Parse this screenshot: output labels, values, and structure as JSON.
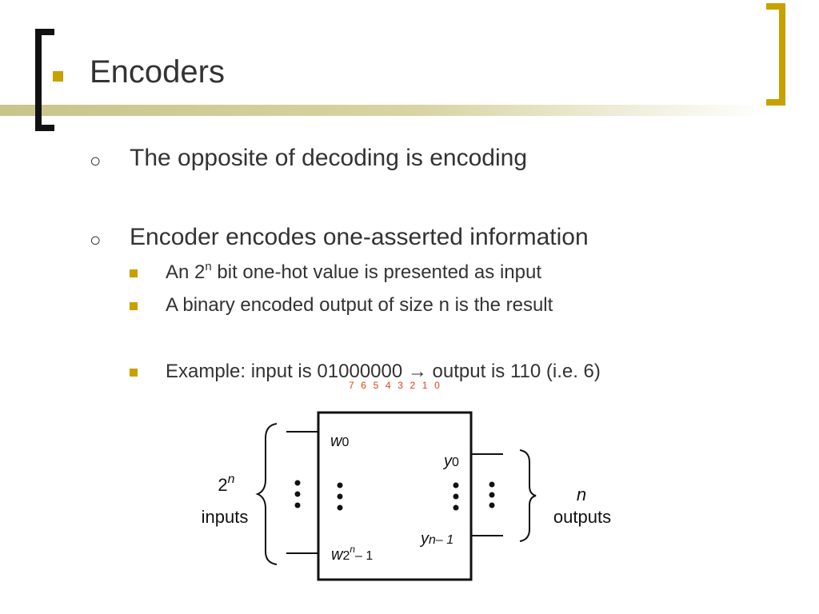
{
  "slide": {
    "title": "Encoders",
    "bullets": [
      {
        "text": "The opposite of decoding is encoding"
      },
      {
        "text": "Encoder encodes one-asserted information"
      }
    ],
    "sub_bullets": {
      "b1_pre": "An 2",
      "b1_sup": "n",
      "b1_post": " bit one-hot value is presented as input",
      "b2": "A binary encoded output of size n is the result",
      "b3_pre": "Example: input is 01000000 ",
      "b3_arrow": "→",
      "b3_post": " output is 110 (i.e. 6)"
    },
    "bit_indices": [
      "7",
      "6",
      "5",
      "4",
      "3",
      "2",
      "1",
      "0"
    ],
    "diagram": {
      "in_count": "2",
      "in_count_sup": "n",
      "in_label": "inputs",
      "out_count": "n",
      "out_label": "outputs",
      "w0": "w",
      "w0_sub": "0",
      "wlast": "w",
      "wlast_sub": "2",
      "wlast_sub_sup": "n",
      "wlast_sub_tail": "– 1",
      "y0": "y",
      "y0_sub": "0",
      "ylast": "y",
      "ylast_sub": "n– 1"
    }
  },
  "colors": {
    "accent": "#c8a000",
    "index_red": "#e0401a",
    "bar": "#c9c48a"
  }
}
